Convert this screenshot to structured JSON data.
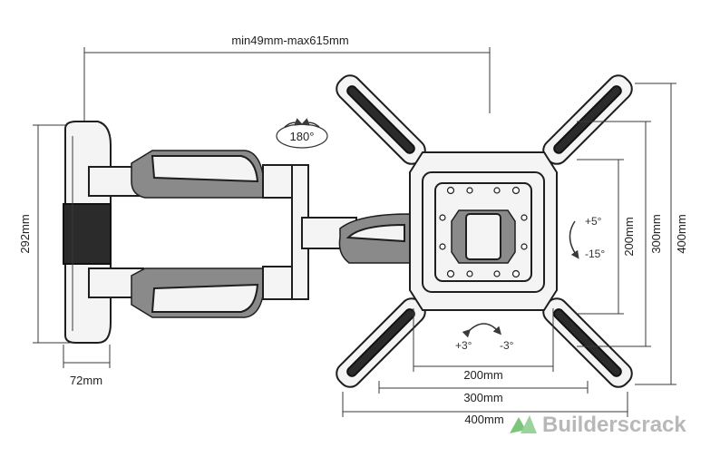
{
  "dimensions": {
    "arm_extension": "min49mm-max615mm",
    "height": "292mm",
    "depth": "72mm",
    "vesa_200": "200mm",
    "vesa_300": "300mm",
    "vesa_400": "400mm",
    "vesa_200_v": "200mm",
    "vesa_300_v": "300mm",
    "vesa_400_v": "400mm"
  },
  "rotation": {
    "swivel": "180°",
    "tilt_up": "+5°",
    "tilt_down": "-15°",
    "level_plus": "+3°",
    "level_minus": "-3°"
  },
  "watermark": {
    "text": "Builderscrack",
    "color": "#b8b8b8",
    "accent": "#7bc67a"
  }
}
